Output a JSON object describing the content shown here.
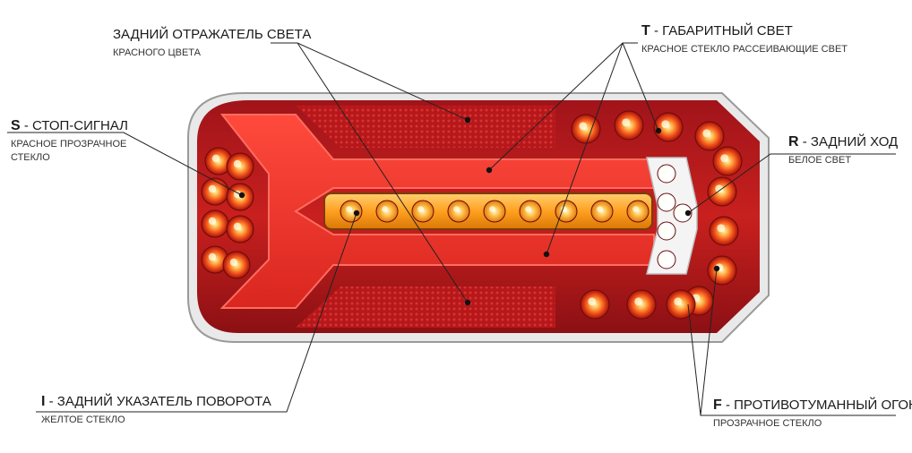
{
  "labels": {
    "reflector": {
      "title": "ЗАДНИЙ ОТРАЖАТЕЛЬ СВЕТА",
      "sub": "КРАСНОГО ЦВЕТА"
    },
    "position": {
      "letter": "T",
      "title": "- ГАБАРИТНЫЙ СВЕТ",
      "sub": "КРАСНОЕ СТЕКЛО РАССЕИВАЮЩИЕ СВЕТ"
    },
    "stop": {
      "letter": "S",
      "title": "- СТОП-СИГНАЛ",
      "sub": "КРАСНОЕ ПРОЗРАЧНОЕ СТЕКЛО"
    },
    "reverse": {
      "letter": "R",
      "title": "- ЗАДНИЙ ХОД",
      "sub": "БЕЛОЕ СВЕТ"
    },
    "turn": {
      "letter": "I",
      "title": "- ЗАДНИЙ УКАЗАТЕЛЬ ПОВОРОТА",
      "sub": "ЖЕЛТОЕ СТЕКЛО"
    },
    "fog": {
      "letter": "F",
      "title": "- ПРОТИВОТУМАННЫЙ ОГОНЬ",
      "sub": "ПРОЗРАЧНОЕ СТЕКЛО"
    }
  },
  "colors": {
    "housing": "#c41a1a",
    "amber": "#ffa726",
    "white_light": "#f2f2f2",
    "leader_line": "#222222"
  }
}
